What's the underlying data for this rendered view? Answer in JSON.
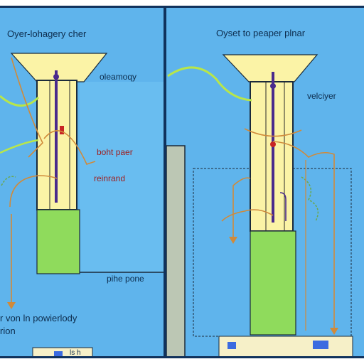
{
  "left_panel": {
    "title": "Oyer-lohagery cher",
    "label_top": "oleamoqy",
    "label_mid_1": "boht paer",
    "label_mid_2": "reinrand",
    "label_base": "pihe pone",
    "label_bottom_1": "r von ln powierlody",
    "label_bottom_2": "rion",
    "legend_text": "ls h"
  },
  "right_panel": {
    "title": "Oyset to peaper plnar",
    "label_side": "velciyer"
  },
  "colors": {
    "panel_bg": "#5fb4ec",
    "panel_border": "#10325c",
    "column_fill": "#fbf3a6",
    "base_fill": "#8fdb5c",
    "rod": "#4a2a8c",
    "wire_orange": "#d08a3a",
    "wire_green": "#b8e64a"
  }
}
